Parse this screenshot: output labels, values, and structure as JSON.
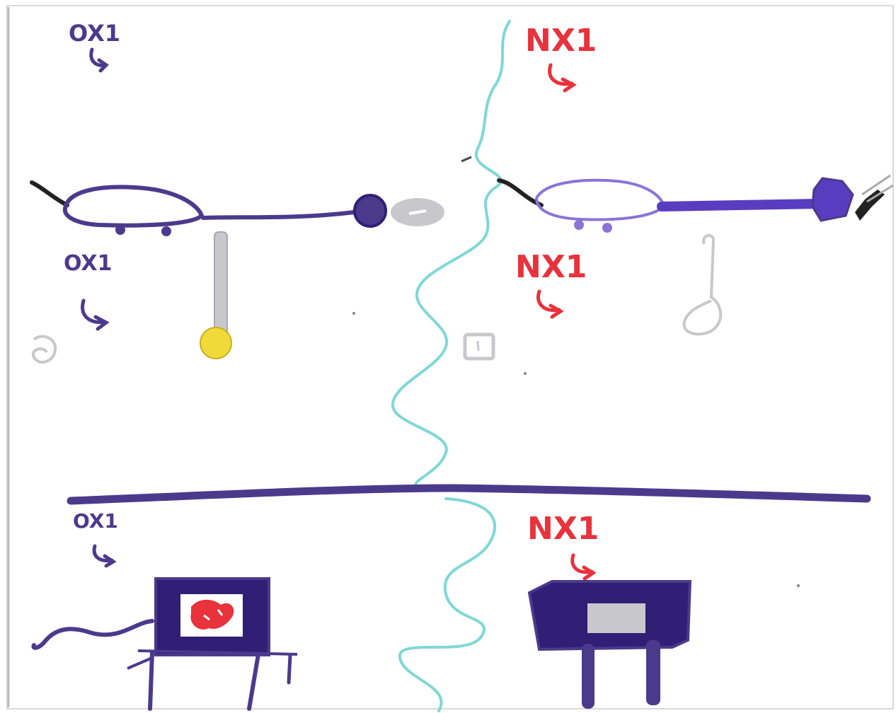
{
  "labels": {
    "top_left_top": "OX1",
    "top_left_mid": "OX1",
    "bottom_left": "OX1",
    "top_right_top": "NX1",
    "top_right_mid": "NX1",
    "bottom_right": "NX1"
  },
  "colors": {
    "paper": "#ffffff",
    "frame": "#d8d8d8",
    "purple_dark": "#4b3a8c",
    "purple_mid": "#5a3cc0",
    "purple_light": "#8a74d8",
    "purple_fill": "#2f1f75",
    "red": "#e8323c",
    "cyan": "#7ed8d6",
    "gray": "#c8c8cc",
    "yellow": "#f2d93a",
    "black": "#222222"
  }
}
